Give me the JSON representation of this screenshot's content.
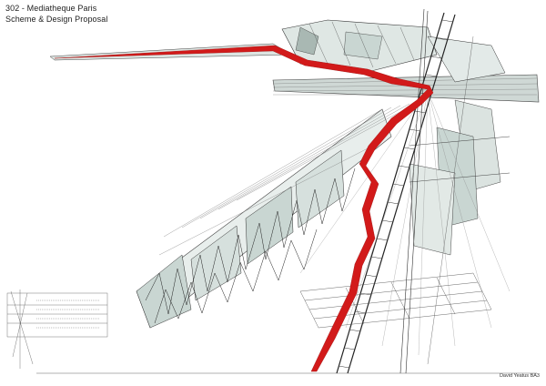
{
  "title_block": {
    "line1": "302 - Mediatheque Paris",
    "line2": "Scheme & Design Proposal"
  },
  "author": "David Yeatus BA3",
  "colors": {
    "background": "#ffffff",
    "linework": "#333333",
    "accent_route": "#d21a1a",
    "panel_fill": "#c9d6d2"
  }
}
